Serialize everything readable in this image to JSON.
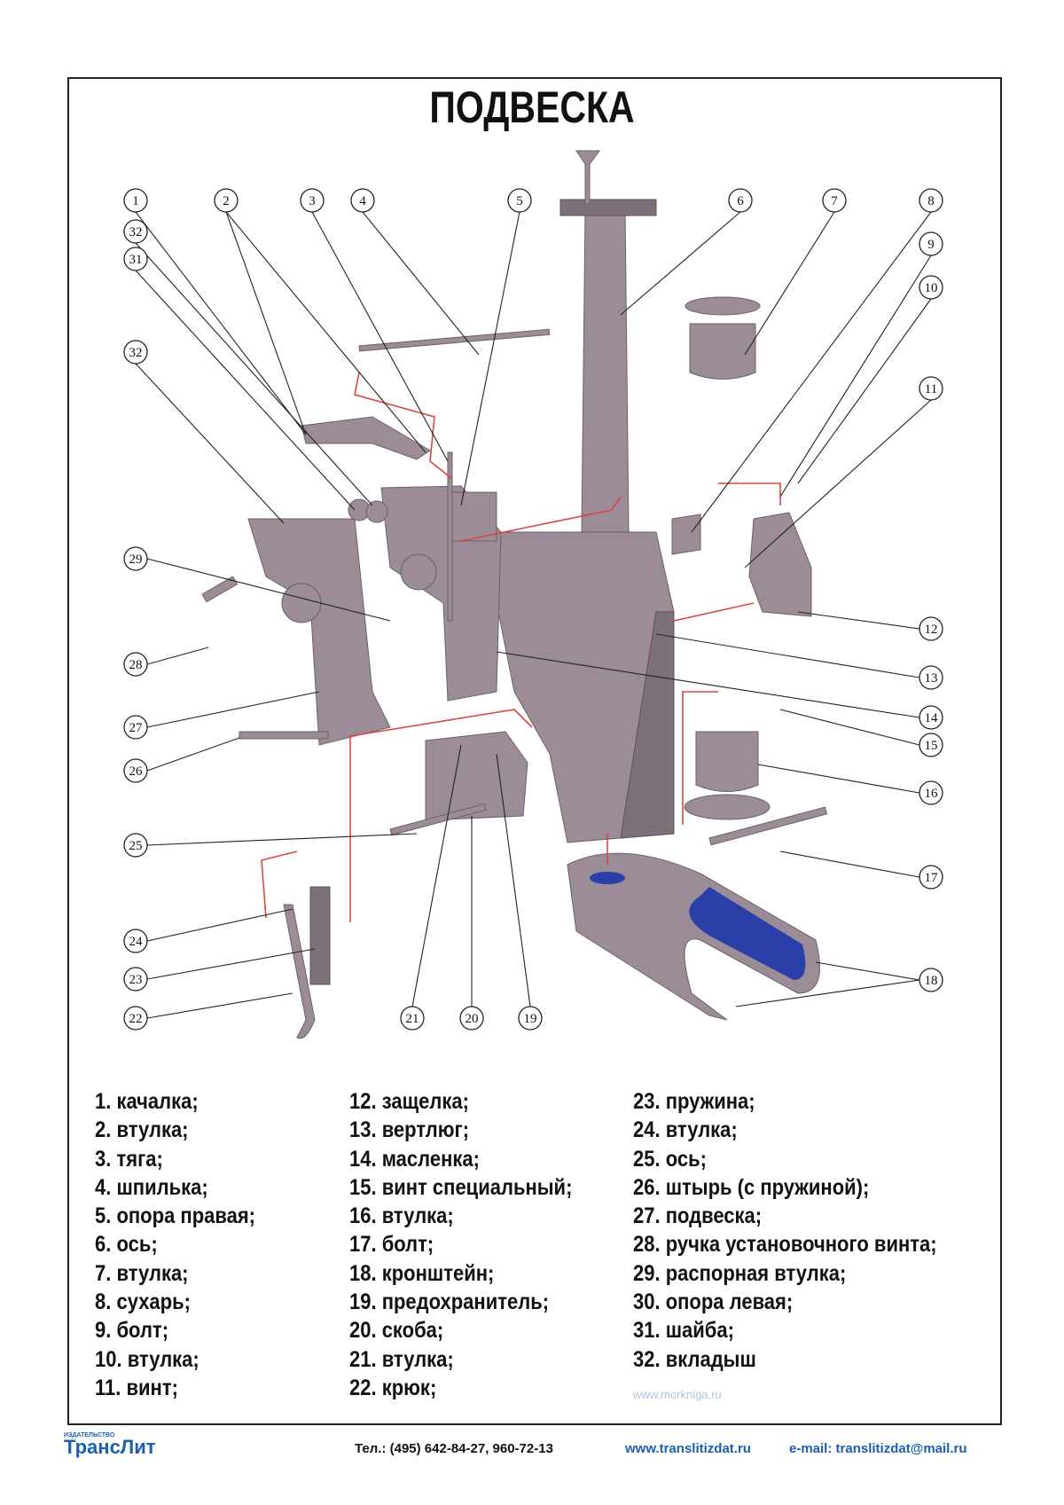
{
  "title": "ПОДВЕСКА",
  "callouts": [
    "1",
    "2",
    "3",
    "4",
    "5",
    "6",
    "7",
    "8",
    "9",
    "10",
    "11",
    "12",
    "13",
    "14",
    "15",
    "16",
    "17",
    "18",
    "19",
    "20",
    "21",
    "22",
    "23",
    "24",
    "25",
    "26",
    "27",
    "28",
    "29",
    "31",
    "32",
    "32"
  ],
  "legend": {
    "col1": [
      "1. качалка;",
      "2. втулка;",
      "3. тяга;",
      "4. шпилька;",
      "5. опора правая;",
      "6. ось;",
      "7. втулка;",
      "8. сухарь;",
      "9. болт;",
      "10. втулка;",
      "11. винт;"
    ],
    "col2": [
      "12. защелка;",
      "13. вертлюг;",
      "14. масленка;",
      "15. винт специальный;",
      "16. втулка;",
      "17. болт;",
      "18. кронштейн;",
      "19. предохранитель;",
      "20. скоба;",
      "21. втулка;",
      "22. крюк;"
    ],
    "col3": [
      "23. пружина;",
      "24. втулка;",
      "25. ось;",
      "26. штырь (с пружиной);",
      "27. подвеска;",
      "28. ручка установочного винта;",
      "29. распорная втулка;",
      "30. опора левая;",
      "31. шайба;",
      "32. вкладыш"
    ]
  },
  "watermark": "www.morkniga.ru",
  "footer": {
    "publisher_small": "ИЗДАТЕЛЬСТВО",
    "publisher": "ТрансЛит",
    "phone": "Тел.: (495) 642-84-27, 960-72-13",
    "website": "www.translitizdat.ru",
    "email": "e-mail: translitizdat@mail.ru"
  },
  "colors": {
    "part": "#9b8c97",
    "leader": "#d8473f",
    "insert": "#2b3fa8",
    "brand": "#1a5fb0"
  }
}
